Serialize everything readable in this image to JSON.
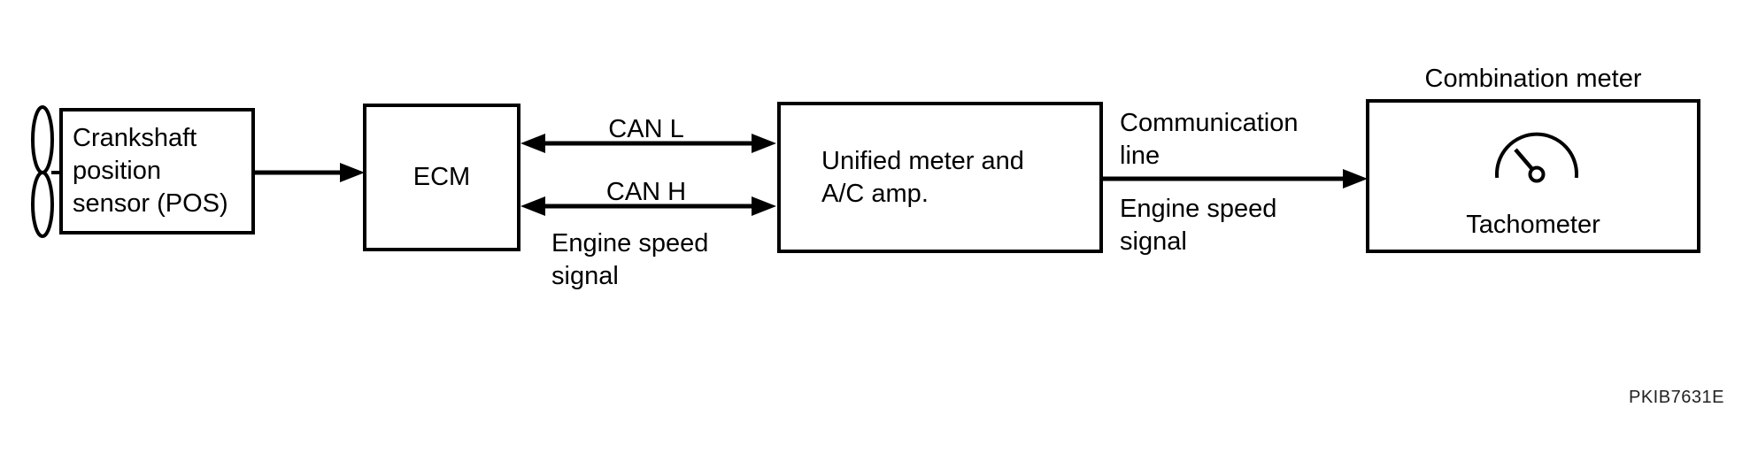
{
  "diagram": {
    "nodes": {
      "sensor": {
        "label": "Crankshaft\nposition\nsensor (POS)"
      },
      "ecm": {
        "label": "ECM"
      },
      "unified_amp": {
        "label": "Unified meter and\nA/C amp."
      },
      "combination_meter": {
        "title": "Combination meter",
        "label": "Tachometer"
      }
    },
    "edges": {
      "can_l": {
        "label": "CAN L",
        "direction": "bidirectional"
      },
      "can_h": {
        "label": "CAN H",
        "direction": "bidirectional"
      },
      "engine_speed_signal_left": {
        "label": "Engine speed\nsignal"
      },
      "communication_line": {
        "label": "Communication\nline"
      },
      "engine_speed_signal_right": {
        "label": "Engine speed\nsignal"
      }
    },
    "icons": {
      "sensor_symbol": "crankshaft-position-sensor-icon",
      "gauge_symbol": "tachometer-gauge-icon"
    },
    "figure_code": "PKIB7631E",
    "colors": {
      "line": "#000000",
      "background": "#ffffff",
      "figure_code_text": "#222222"
    }
  }
}
